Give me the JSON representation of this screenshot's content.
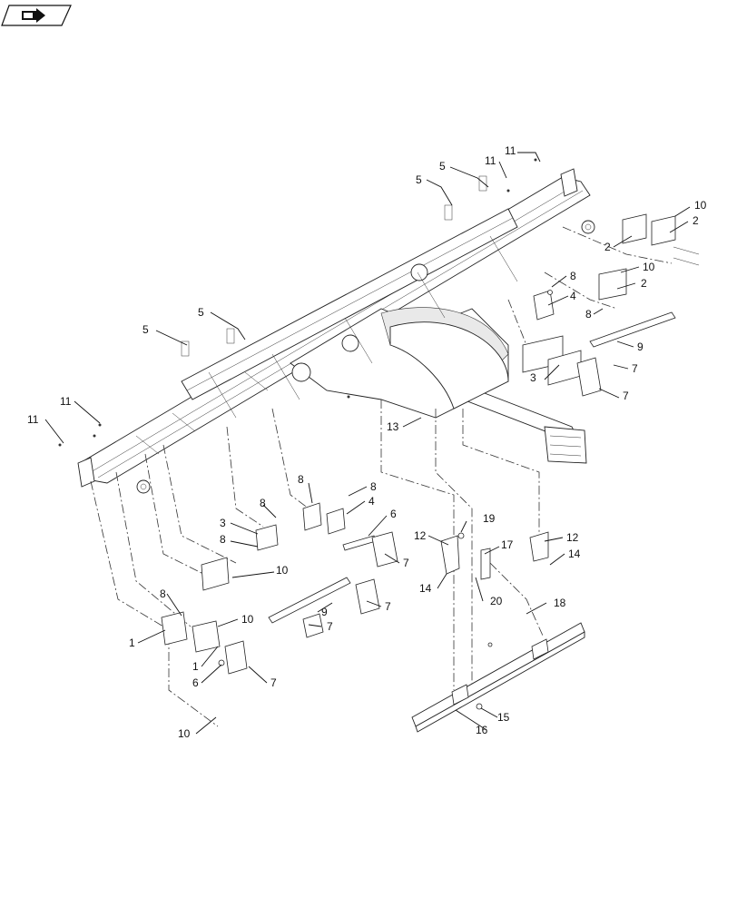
{
  "nav_icon": {
    "name": "book-arrow-icon"
  },
  "callouts": [
    {
      "id": "c11a",
      "text": "11"
    },
    {
      "id": "c11b",
      "text": "11"
    },
    {
      "id": "c5a",
      "text": "5"
    },
    {
      "id": "c5b",
      "text": "5"
    },
    {
      "id": "c10a",
      "text": "10"
    },
    {
      "id": "c2a",
      "text": "2"
    },
    {
      "id": "c2b",
      "text": "2"
    },
    {
      "id": "c10b",
      "text": "10"
    },
    {
      "id": "c2c",
      "text": "2"
    },
    {
      "id": "c8a",
      "text": "8"
    },
    {
      "id": "c4a",
      "text": "4"
    },
    {
      "id": "c8b",
      "text": "8"
    },
    {
      "id": "c9a",
      "text": "9"
    },
    {
      "id": "c7a",
      "text": "7"
    },
    {
      "id": "c3a",
      "text": "3"
    },
    {
      "id": "c7b",
      "text": "7"
    },
    {
      "id": "c5c",
      "text": "5"
    },
    {
      "id": "c5d",
      "text": "5"
    },
    {
      "id": "c11c",
      "text": "11"
    },
    {
      "id": "c11d",
      "text": "11"
    },
    {
      "id": "c13",
      "text": "13"
    },
    {
      "id": "c8c",
      "text": "8"
    },
    {
      "id": "c8d",
      "text": "8"
    },
    {
      "id": "c8e",
      "text": "8"
    },
    {
      "id": "c4b",
      "text": "4"
    },
    {
      "id": "c3b",
      "text": "3"
    },
    {
      "id": "c6a",
      "text": "6"
    },
    {
      "id": "c8f",
      "text": "8"
    },
    {
      "id": "c7c",
      "text": "7"
    },
    {
      "id": "c19",
      "text": "19"
    },
    {
      "id": "c12a",
      "text": "12"
    },
    {
      "id": "c17",
      "text": "17"
    },
    {
      "id": "c12b",
      "text": "12"
    },
    {
      "id": "c14a",
      "text": "14"
    },
    {
      "id": "c14b",
      "text": "14"
    },
    {
      "id": "c10c",
      "text": "10"
    },
    {
      "id": "c20",
      "text": "20"
    },
    {
      "id": "c18",
      "text": "18"
    },
    {
      "id": "c8g",
      "text": "8"
    },
    {
      "id": "c9b",
      "text": "9"
    },
    {
      "id": "c7d",
      "text": "7"
    },
    {
      "id": "c10d",
      "text": "10"
    },
    {
      "id": "c7e",
      "text": "7"
    },
    {
      "id": "c1a",
      "text": "1"
    },
    {
      "id": "c1b",
      "text": "1"
    },
    {
      "id": "c6b",
      "text": "6"
    },
    {
      "id": "c7f",
      "text": "7"
    },
    {
      "id": "c15",
      "text": "15"
    },
    {
      "id": "c16",
      "text": "16"
    },
    {
      "id": "c10e",
      "text": "10"
    }
  ]
}
